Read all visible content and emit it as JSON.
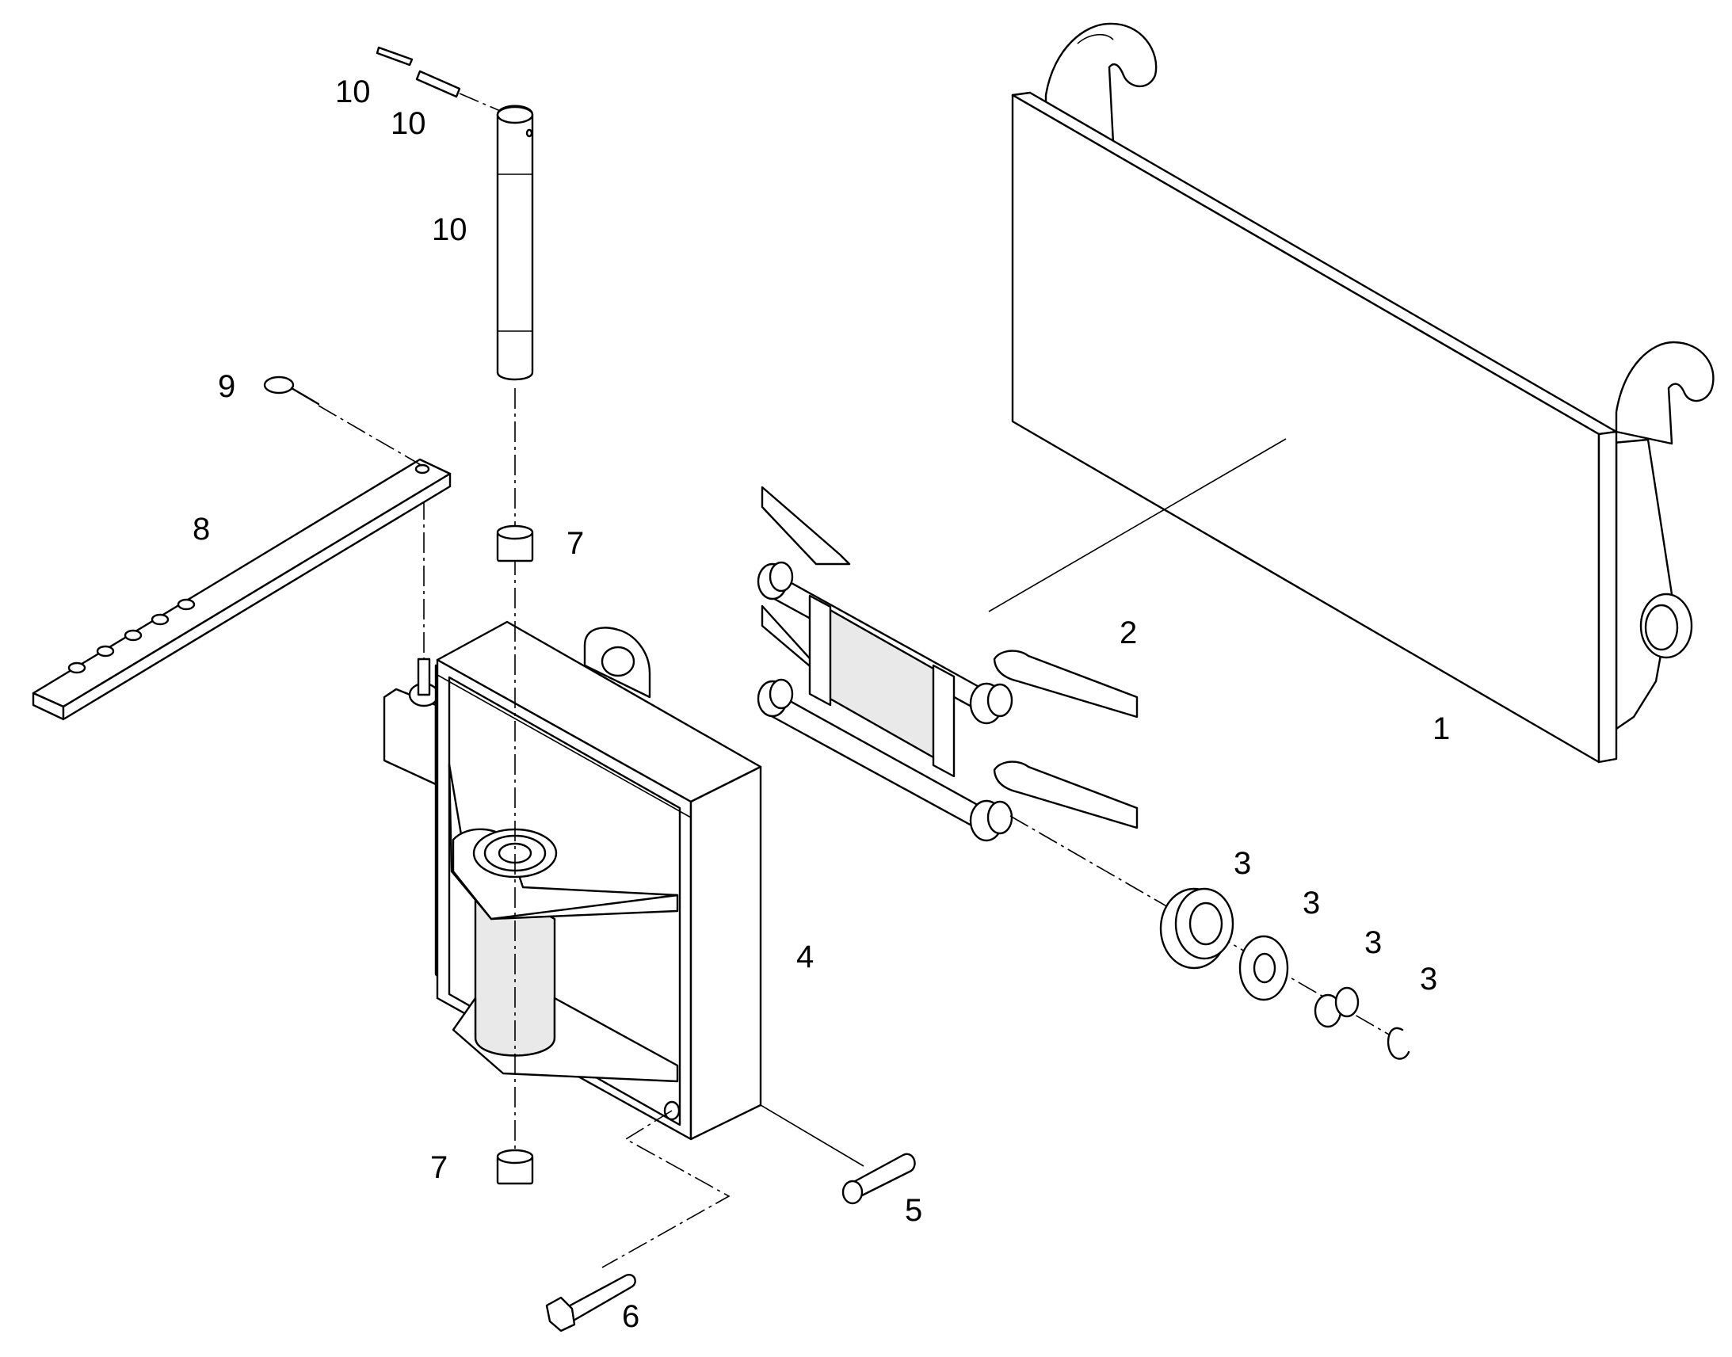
{
  "figure": {
    "type": "exploded-parts-diagram",
    "colors": {
      "line": "#000000",
      "background": "#ffffff",
      "shade": "#e9e9e9"
    }
  },
  "callouts": [
    {
      "id": "c1",
      "text": "1"
    },
    {
      "id": "c2",
      "text": "2"
    },
    {
      "id": "c3a",
      "text": "3"
    },
    {
      "id": "c3b",
      "text": "3"
    },
    {
      "id": "c3c",
      "text": "3"
    },
    {
      "id": "c3d",
      "text": "3"
    },
    {
      "id": "c4",
      "text": "4"
    },
    {
      "id": "c5",
      "text": "5"
    },
    {
      "id": "c6",
      "text": "6"
    },
    {
      "id": "c7a",
      "text": "7"
    },
    {
      "id": "c7b",
      "text": "7"
    },
    {
      "id": "c8",
      "text": "8"
    },
    {
      "id": "c9",
      "text": "9"
    },
    {
      "id": "c10a",
      "text": "10"
    },
    {
      "id": "c10b",
      "text": "10"
    },
    {
      "id": "c10c",
      "text": "10"
    }
  ]
}
